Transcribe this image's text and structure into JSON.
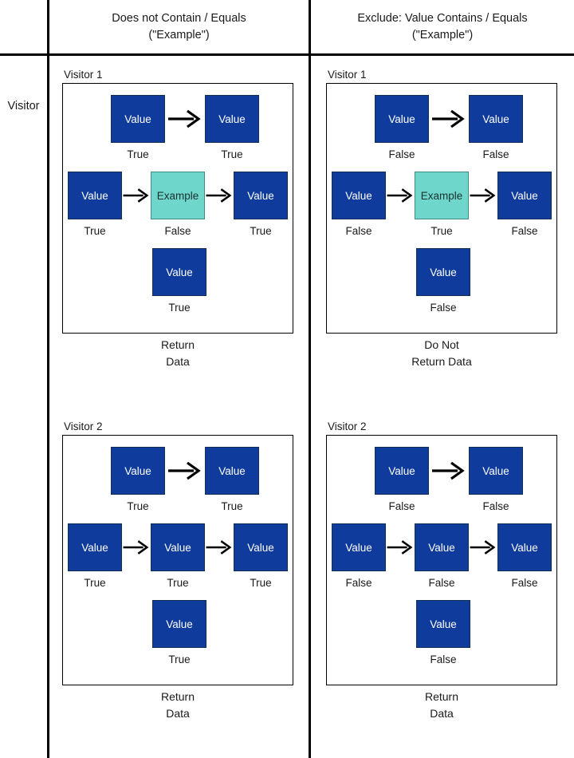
{
  "row_label": "Visitor",
  "colors": {
    "value_box": "#0F3C9C",
    "example_box": "#6FD6CB",
    "line": "#000000",
    "text": "#1a1a1a"
  },
  "headers": {
    "col1_line1": "Does not Contain / Equals",
    "col1_line2": "(\"Example\")",
    "col2_line1": "Exclude: Value Contains / Equals",
    "col2_line2": "(\"Example\")"
  },
  "columns": [
    {
      "id": "does-not-contain",
      "panels": [
        {
          "title": "Visitor 1",
          "caption_line1": "Return",
          "caption_line2": "Data",
          "rows": [
            {
              "nodes": [
                {
                  "text": "Value",
                  "kind": "value",
                  "label": "True"
                },
                {
                  "text": "Value",
                  "kind": "value",
                  "label": "True"
                }
              ]
            },
            {
              "nodes": [
                {
                  "text": "Value",
                  "kind": "value",
                  "label": "True"
                },
                {
                  "text": "Example",
                  "kind": "example",
                  "label": "False"
                },
                {
                  "text": "Value",
                  "kind": "value",
                  "label": "True"
                }
              ]
            },
            {
              "nodes": [
                {
                  "text": "Value",
                  "kind": "value",
                  "label": "True"
                }
              ]
            }
          ]
        },
        {
          "title": "Visitor 2",
          "caption_line1": "Return",
          "caption_line2": "Data",
          "rows": [
            {
              "nodes": [
                {
                  "text": "Value",
                  "kind": "value",
                  "label": "True"
                },
                {
                  "text": "Value",
                  "kind": "value",
                  "label": "True"
                }
              ]
            },
            {
              "nodes": [
                {
                  "text": "Value",
                  "kind": "value",
                  "label": "True"
                },
                {
                  "text": "Value",
                  "kind": "value",
                  "label": "True"
                },
                {
                  "text": "Value",
                  "kind": "value",
                  "label": "True"
                }
              ]
            },
            {
              "nodes": [
                {
                  "text": "Value",
                  "kind": "value",
                  "label": "True"
                }
              ]
            }
          ]
        }
      ]
    },
    {
      "id": "exclude-value-contains",
      "panels": [
        {
          "title": "Visitor 1",
          "caption_line1": "Do Not",
          "caption_line2": "Return Data",
          "rows": [
            {
              "nodes": [
                {
                  "text": "Value",
                  "kind": "value",
                  "label": "False"
                },
                {
                  "text": "Value",
                  "kind": "value",
                  "label": "False"
                }
              ]
            },
            {
              "nodes": [
                {
                  "text": "Value",
                  "kind": "value",
                  "label": "False"
                },
                {
                  "text": "Example",
                  "kind": "example",
                  "label": "True"
                },
                {
                  "text": "Value",
                  "kind": "value",
                  "label": "False"
                }
              ]
            },
            {
              "nodes": [
                {
                  "text": "Value",
                  "kind": "value",
                  "label": "False"
                }
              ]
            }
          ]
        },
        {
          "title": "Visitor 2",
          "caption_line1": "Return",
          "caption_line2": "Data",
          "rows": [
            {
              "nodes": [
                {
                  "text": "Value",
                  "kind": "value",
                  "label": "False"
                },
                {
                  "text": "Value",
                  "kind": "value",
                  "label": "False"
                }
              ]
            },
            {
              "nodes": [
                {
                  "text": "Value",
                  "kind": "value",
                  "label": "False"
                },
                {
                  "text": "Value",
                  "kind": "value",
                  "label": "False"
                },
                {
                  "text": "Value",
                  "kind": "value",
                  "label": "False"
                }
              ]
            },
            {
              "nodes": [
                {
                  "text": "Value",
                  "kind": "value",
                  "label": "False"
                }
              ]
            }
          ]
        }
      ]
    }
  ]
}
